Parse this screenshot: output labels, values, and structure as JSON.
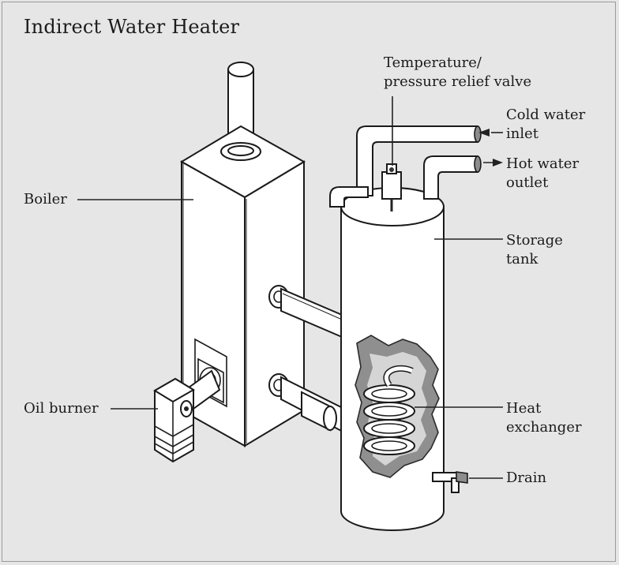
{
  "title": "Indirect Water Heater",
  "labels": {
    "tp_valve": "Temperature/\npressure relief valve",
    "cold_water_inlet": "Cold water\ninlet",
    "hot_water_outlet": "Hot water\noutlet",
    "boiler": "Boiler",
    "storage_tank": "Storage\ntank",
    "oil_burner": "Oil burner",
    "heat_exchanger": "Heat\nexchanger",
    "drain": "Drain"
  },
  "colors": {
    "background": "#e6e6e6",
    "line": "#1a1a1a",
    "cutaway": "#8f8f8f"
  }
}
